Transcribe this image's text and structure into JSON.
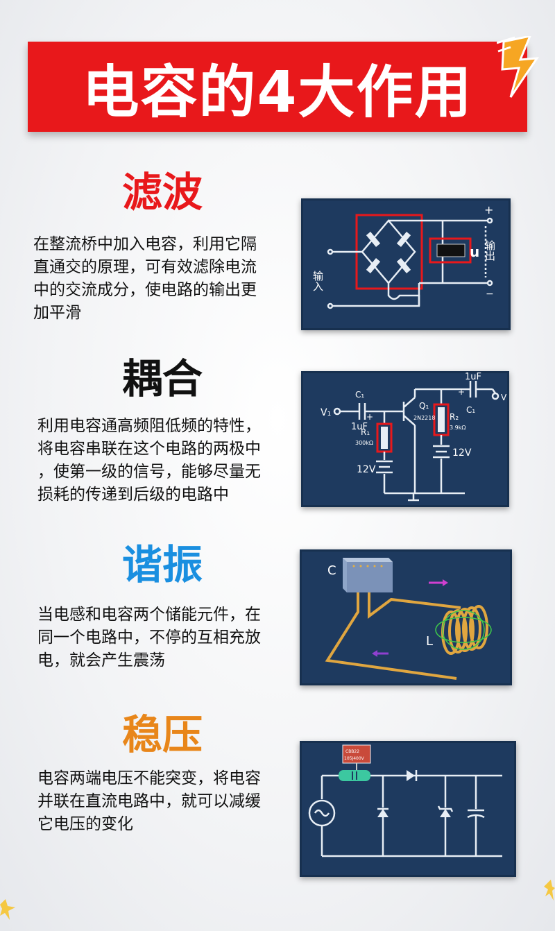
{
  "title": "电容的4大作用",
  "colors": {
    "banner": "#e8181b",
    "filter": "#e8181b",
    "coupling": "#111111",
    "resonance": "#1a8fe0",
    "regulate": "#e8861a",
    "panel": "#1e3a5f"
  },
  "sections": [
    {
      "heading": "滤波",
      "lines": [
        "在整流桥中加入电容，利用它隔",
        "直通交的原理，可有效滤除电流",
        "中的交流成分，使电路的输出更",
        "加平滑"
      ],
      "diagram": {
        "input_label": "输入",
        "output_label": "输出",
        "plus": "+",
        "minus": "−",
        "u_label": "u"
      }
    },
    {
      "heading": "耦合",
      "lines": [
        "利用电容通高频阻低频的特性，",
        "将电容串联在这个电路的两极中",
        "，使第一级的信号，能够尽量无",
        "损耗的传递到后级的电路中"
      ],
      "diagram": {
        "v_in": "V₁",
        "v_out": "V",
        "c1_left": "C₁",
        "c1_right": "C₁",
        "cap_left": "1uF",
        "cap_right": "1uF",
        "r1": "R₁",
        "r1_val": "300kΩ",
        "r2": "R₂",
        "r2_val": "3.9kΩ",
        "q1": "Q₁",
        "q1_model": "2N2218",
        "v12_left": "12V",
        "v12_right": "12V",
        "plus": "+"
      }
    },
    {
      "heading": "谐振",
      "lines": [
        "当电感和电容两个储能元件，在",
        "同一个电路中，不停的互相充放",
        "电，就会产生震荡"
      ],
      "diagram": {
        "c_label": "C",
        "l_label": "L"
      }
    },
    {
      "heading": "稳压",
      "lines": [
        "电容两端电压不能突变，将电容",
        "并联在直流电路中，就可以减缓",
        "它电压的变化"
      ],
      "diagram": {
        "cap_tag_1": "CBB22",
        "cap_tag_2": "105J400V"
      }
    }
  ]
}
